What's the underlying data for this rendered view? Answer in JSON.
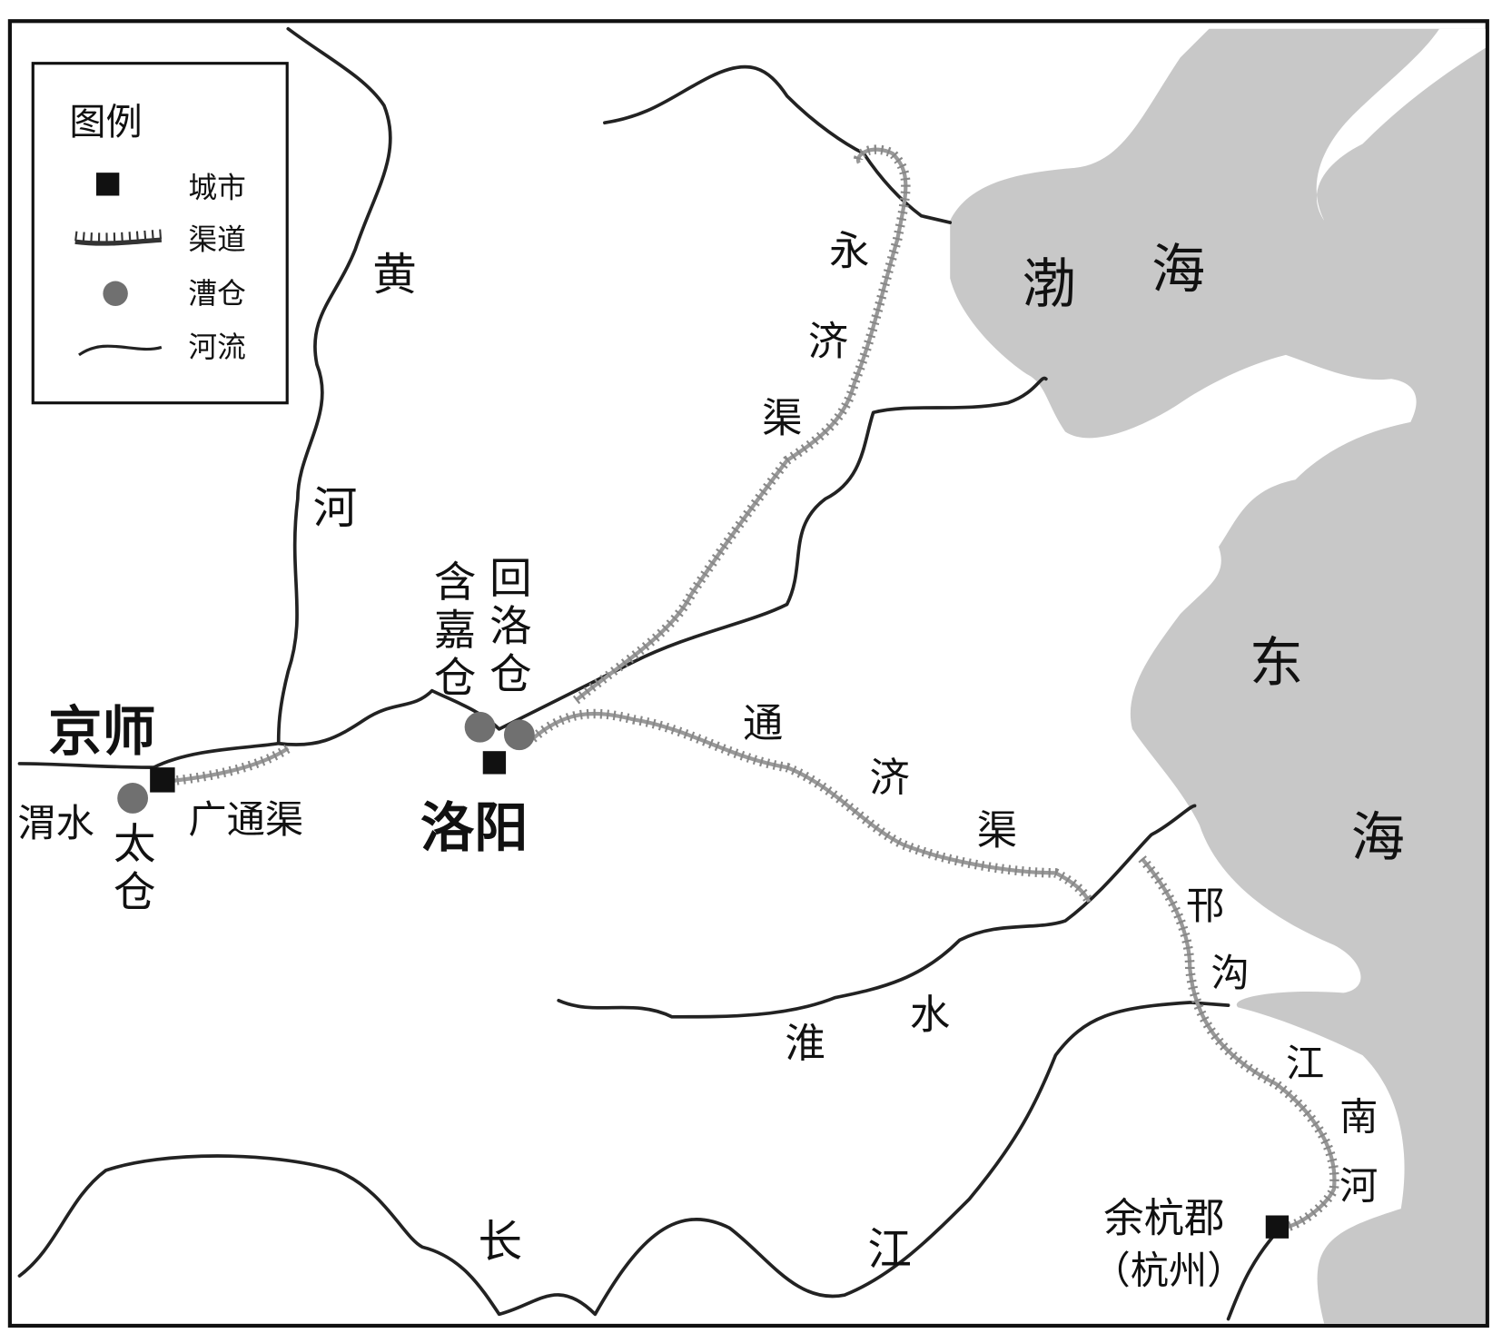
{
  "legend": {
    "title": "图例",
    "items": [
      {
        "symbol": "city-square",
        "label": "城市"
      },
      {
        "symbol": "canal-line",
        "label": "渠道"
      },
      {
        "symbol": "granary-circle",
        "label": "漕仓"
      },
      {
        "symbol": "river-line",
        "label": "河流"
      }
    ]
  },
  "seas": {
    "bohai": [
      "渤",
      "海"
    ],
    "donghai": [
      "东",
      "海"
    ]
  },
  "rivers": {
    "huanghe": [
      "黄",
      "河"
    ],
    "weishui": "渭水",
    "huaishui": [
      "淮",
      "水"
    ],
    "changjiang": [
      "长",
      "江"
    ]
  },
  "canals": {
    "yongji": [
      "永",
      "济",
      "渠"
    ],
    "tongji": [
      "通",
      "济",
      "渠"
    ],
    "guangtong": "广通渠",
    "hangou": [
      "邗",
      "沟"
    ],
    "jiangnan": [
      "江",
      "南",
      "河"
    ]
  },
  "cities": {
    "jingshi": "京师",
    "luoyang": "洛阳",
    "yuhang": "余杭郡",
    "yuhang_note": "（杭州）"
  },
  "granaries": {
    "taicang": [
      "太",
      "仓"
    ],
    "hanjia": [
      "含",
      "嘉",
      "仓"
    ],
    "huiluo": [
      "回",
      "洛",
      "仓"
    ]
  },
  "colors": {
    "sea": "#c8c8c8",
    "granary": "#707070",
    "canal": "#999999",
    "river": "#222222"
  }
}
